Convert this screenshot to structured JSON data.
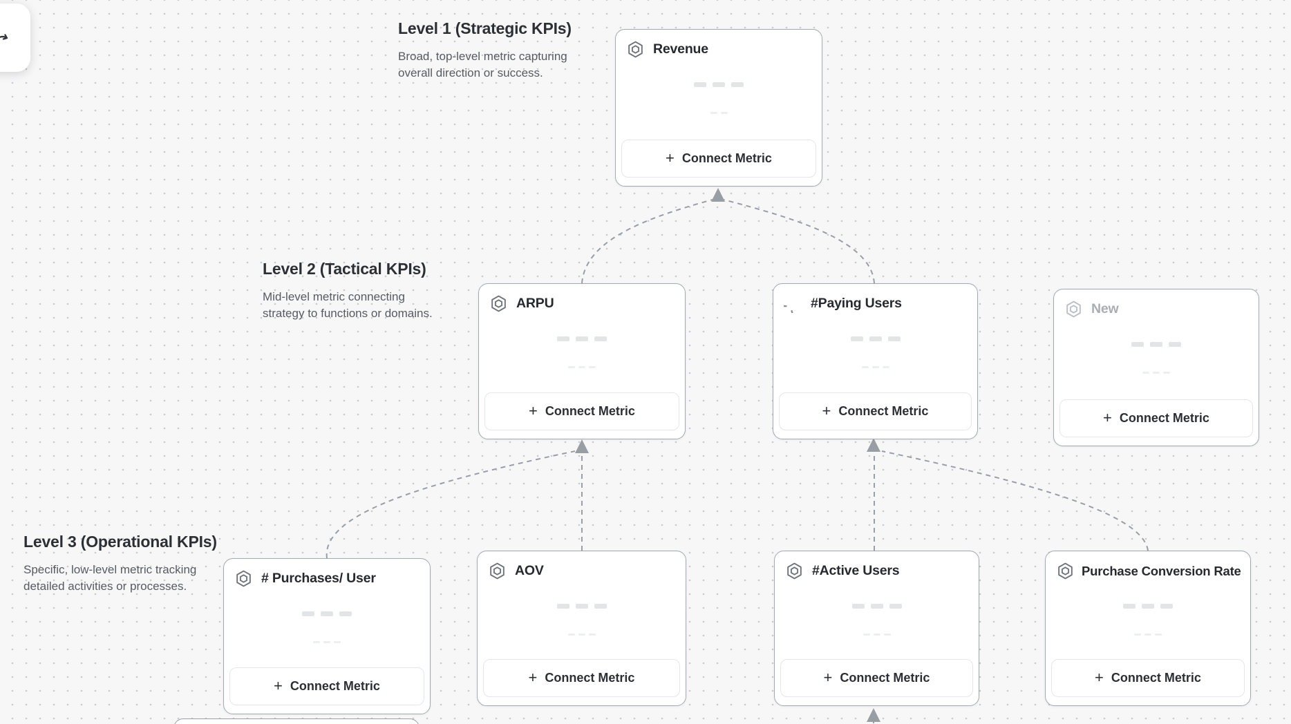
{
  "canvas": {
    "kind": "metric-tree-board"
  },
  "levels": [
    {
      "title": "Level 1 (Strategic KPIs)",
      "description_lines": [
        "Broad, top-level metric capturing",
        "overall direction or success."
      ]
    },
    {
      "title": "Level 2 (Tactical KPIs)",
      "description_lines": [
        "Mid-level metric connecting",
        "strategy to functions or domains."
      ]
    },
    {
      "title": "Level 3 (Operational KPIs)",
      "description_lines": [
        "Specific, low-level metric tracking",
        "detailed activities or processes."
      ]
    }
  ],
  "cards": [
    {
      "title": "Revenue",
      "icon": "hexagon-badge-icon",
      "state": "default",
      "level": 1
    },
    {
      "title": "ARPU",
      "icon": "hexagon-badge-icon",
      "state": "default",
      "level": 2
    },
    {
      "title": "#Paying Users",
      "icon": "spinner-icon",
      "state": "loading",
      "level": 2
    },
    {
      "title": "New",
      "icon": "hexagon-badge-icon",
      "state": "draft",
      "level": 2
    },
    {
      "title": "# Purchases/ User",
      "icon": "hexagon-badge-icon",
      "state": "default",
      "level": 3
    },
    {
      "title": "AOV",
      "icon": "hexagon-badge-icon",
      "state": "default",
      "level": 3
    },
    {
      "title": "#Active Users",
      "icon": "hexagon-badge-icon",
      "state": "default",
      "level": 3
    },
    {
      "title": "Purchase Conversion Rate",
      "icon": "hexagon-badge-icon",
      "state": "default",
      "level": 3
    }
  ],
  "ui": {
    "connect_metric_label": "Connect Metric",
    "plus_glyph": "+"
  },
  "colors": {
    "canvas_bg": "#f7f7f8",
    "dot": "#c7c9cb",
    "card_border": "#a4a9af",
    "connector": "#999ea4",
    "title_text": "#26292e",
    "muted_title_text": "#a9aeb4",
    "heading_text": "#2c2f34",
    "description_text": "#565b61",
    "skeleton_block": "#e2e4e6",
    "skeleton_dash": "#eceef0"
  }
}
